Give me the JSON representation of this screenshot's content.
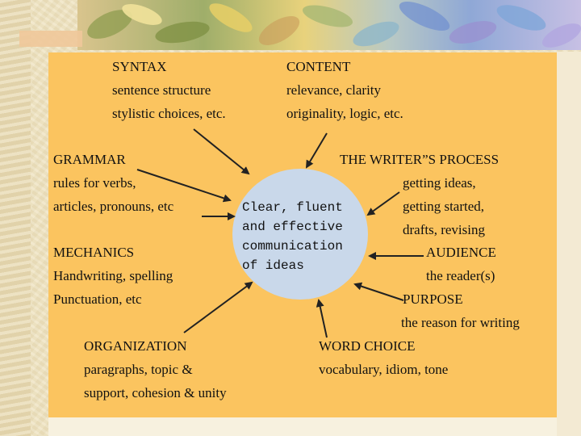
{
  "syntax": {
    "title": "SYNTAX",
    "line1": "sentence structure",
    "line2": "stylistic choices, etc."
  },
  "content": {
    "title": "CONTENT",
    "line1": "relevance, clarity",
    "line2": "originality, logic, etc."
  },
  "grammar": {
    "title": "GRAMMAR",
    "line1": "rules for verbs,",
    "line2": "articles, pronouns, etc"
  },
  "mechanics": {
    "title": "MECHANICS",
    "line1": "Handwriting, spelling",
    "line2": "Punctuation, etc"
  },
  "organization": {
    "title": "ORGANIZATION",
    "line1": "paragraphs, topic &",
    "line2": "support, cohesion & unity"
  },
  "writers_process": {
    "title": "THE WRITER”S PROCESS",
    "line1": "getting ideas,",
    "line2": "getting started,",
    "line3": "drafts, revising"
  },
  "audience": {
    "title": "AUDIENCE",
    "line1": "the reader(s)"
  },
  "purpose": {
    "title": "PURPOSE",
    "line1": "the reason for writing"
  },
  "word_choice": {
    "title": "WORD CHOICE",
    "line1": "vocabulary, idiom, tone"
  },
  "center": {
    "text": "Clear, fluent\nand effective\ncommunication\nof ideas"
  },
  "colors": {
    "panel": "#fbc45f",
    "circle": "#c9d8ea",
    "arrow": "#222222"
  }
}
